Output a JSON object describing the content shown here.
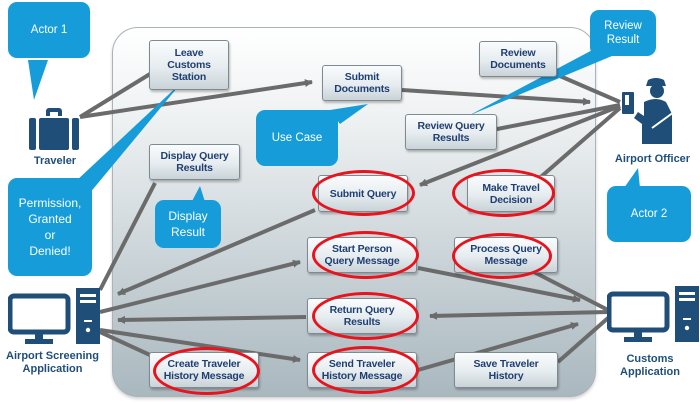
{
  "actors": {
    "traveler": {
      "label": "Traveler",
      "icon": "suitcase-icon"
    },
    "airport_officer": {
      "label": "Airport Officer",
      "icon": "officer-icon"
    },
    "airport_screening": {
      "label_line1": "Airport Screening",
      "label_line2": "Application",
      "icon": "computer-icon"
    },
    "customs_application": {
      "label_line1": "Customs",
      "label_line2": "Application",
      "icon": "computer-icon"
    }
  },
  "use_cases": [
    {
      "id": "leave_customs",
      "lines": [
        "Leave",
        "Customs",
        "Station"
      ],
      "highlighted": false
    },
    {
      "id": "submit_documents",
      "lines": [
        "Submit",
        "Documents"
      ],
      "highlighted": false
    },
    {
      "id": "review_documents",
      "lines": [
        "Review",
        "Documents"
      ],
      "highlighted": false
    },
    {
      "id": "review_query_results",
      "lines": [
        "Review Query",
        "Results"
      ],
      "highlighted": false
    },
    {
      "id": "display_query_results",
      "lines": [
        "Display Query",
        "Results"
      ],
      "highlighted": false
    },
    {
      "id": "submit_query",
      "lines": [
        "Submit Query"
      ],
      "highlighted": true
    },
    {
      "id": "make_travel_decision",
      "lines": [
        "Make Travel",
        "Decision"
      ],
      "highlighted": true
    },
    {
      "id": "start_person_query",
      "lines": [
        "Start Person",
        "Query Message"
      ],
      "highlighted": true
    },
    {
      "id": "process_query_message",
      "lines": [
        "Process Query",
        "Message"
      ],
      "highlighted": true
    },
    {
      "id": "return_query_results",
      "lines": [
        "Return Query",
        "Results"
      ],
      "highlighted": true
    },
    {
      "id": "create_traveler_history",
      "lines": [
        "Create Traveler",
        "History Message"
      ],
      "highlighted": true
    },
    {
      "id": "send_traveler_history",
      "lines": [
        "Send Traveler",
        "History Message"
      ],
      "highlighted": true
    },
    {
      "id": "save_traveler_history",
      "lines": [
        "Save Traveler",
        "History"
      ],
      "highlighted": false
    }
  ],
  "callouts": {
    "actor1": "Actor 1",
    "actor2": "Actor 2",
    "use_case": "Use Case",
    "review_result": [
      "Review",
      "Result"
    ],
    "display_result": [
      "Display",
      "Result"
    ],
    "permission": [
      "Permission,",
      "Granted",
      "or",
      "Denied!"
    ]
  },
  "colors": {
    "actor_blue": "#1f4e79",
    "callout_blue": "#169dd9",
    "highlight_red": "#e8131c",
    "connector_gray": "#6b6b6b",
    "use_case_text": "#1f3f73"
  }
}
